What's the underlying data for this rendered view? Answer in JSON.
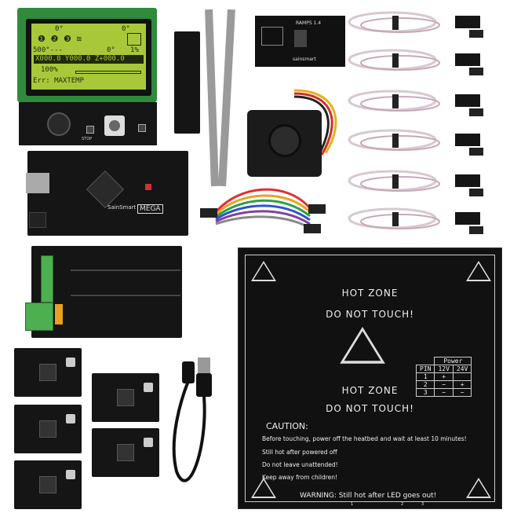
{
  "lcd": {
    "temp_top": "0°",
    "temp_set": "500°---",
    "bed_temp": "0°",
    "bed_temp2": "0°",
    "fan_percent": "1%",
    "coords": "X000.0 Y000.0 Z+000.0",
    "feed_rate": "100%",
    "error": "Err: MAXTEMP",
    "stop_label": "STOP"
  },
  "ramps_small": {
    "label": "RAMPS 1.4",
    "brand": "sainsmart"
  },
  "mega": {
    "label": "MEGA",
    "brand": "SainSmart"
  },
  "heatbed": {
    "hot_zone": "HOT ZONE",
    "do_not_touch": "DO NOT TOUCH!",
    "caution_title": "CAUTION:",
    "caution_lines": [
      "Before touching, power off the heatbed and wait at least 10 minutes!",
      "Still hot after powered off",
      "Do not leave unattended!",
      "Keep away from children!"
    ],
    "warning": "WARNING: Still hot after LED goes out!",
    "power_table": {
      "title": "Power",
      "headers": [
        "PIN",
        "12V",
        "24V"
      ],
      "rows": [
        [
          "1",
          "+",
          ""
        ],
        [
          "2",
          "−",
          "+"
        ],
        [
          "3",
          "−",
          "−"
        ]
      ]
    },
    "pin_labels": [
      "1",
      "2",
      "3"
    ]
  }
}
